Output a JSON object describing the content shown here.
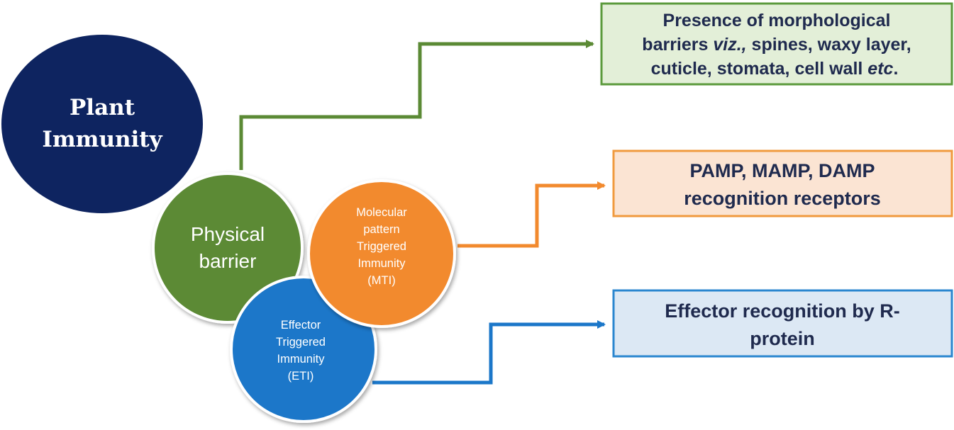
{
  "colors": {
    "main_circle": "#0e2460",
    "physical": "#5b8a35",
    "mti": "#f28a2e",
    "eti": "#1b77c9",
    "green_box_fill": "#e3efd8",
    "green_box_border": "#5b9a3c",
    "orange_box_fill": "#fbe4d3",
    "orange_box_border": "#f09a3e",
    "blue_box_fill": "#dce8f4",
    "blue_box_border": "#2a86cf",
    "box_text": "#1f2a4e"
  },
  "main": {
    "line1": "Plant",
    "line2": "Immunity"
  },
  "physical_barrier": {
    "line1": "Physical",
    "line2": "barrier"
  },
  "mti": {
    "line1": "Molecular",
    "line2": "pattern",
    "line3": "Triggered",
    "line4": "Immunity",
    "line5": "(MTI)"
  },
  "eti": {
    "line1": "Effector",
    "line2": "Triggered",
    "line3": "Immunity",
    "line4": "(ETI)"
  },
  "boxes": {
    "green": {
      "line1": "Presence of morphological",
      "line2_a": "barriers ",
      "line2_b": "viz.,",
      "line2_c": " spines, waxy layer,",
      "line3_a": "cuticle, stomata, cell wall ",
      "line3_b": "etc",
      "line3_c": "."
    },
    "orange": {
      "line1": "PAMP, MAMP, DAMP",
      "line2": "recognition receptors"
    },
    "blue": {
      "line1": "Effector recognition by R-",
      "line2": "protein"
    }
  }
}
